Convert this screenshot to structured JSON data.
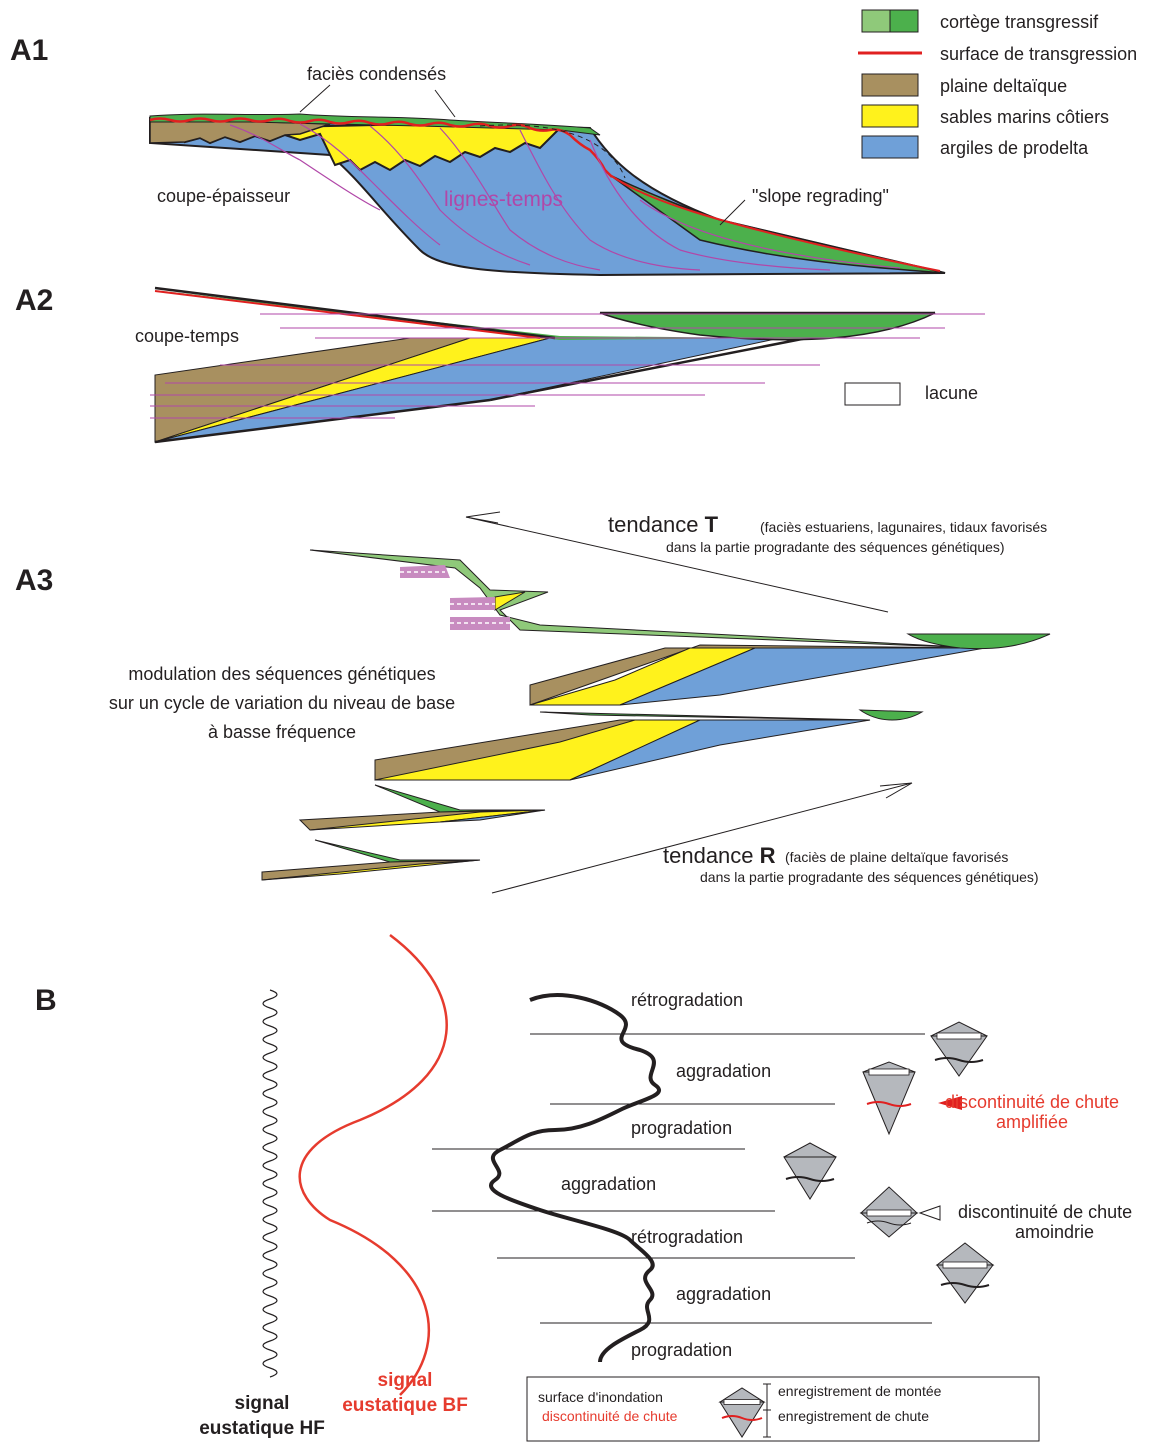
{
  "panels": {
    "a1": "A1",
    "a2": "A2",
    "a3": "A3",
    "b": "B"
  },
  "legend": {
    "transgressive": "cortège transgressif",
    "transgression_surface": "surface de transgression",
    "deltaic_plain": "plaine deltaïque",
    "coastal_sands": "sables marins côtiers",
    "prodelta_clays": "argiles de prodelta",
    "lacuna": "lacune"
  },
  "a1": {
    "condensed": "faciès condensés",
    "thickness_section": "coupe-épaisseur",
    "timelines": "lignes-temps",
    "slope_regrading": "\"slope regrading\""
  },
  "a2": {
    "time_section": "coupe-temps"
  },
  "a3": {
    "trend_t_main": "tendance",
    "trend_t_letter": "T",
    "trend_t_note1": "(faciès estuariens, lagunaires, tidaux favorisés",
    "trend_t_note2": "dans la partie progradante des séquences génétiques)",
    "modulation_1": "modulation des séquences génétiques",
    "modulation_2": "sur un cycle de variation du niveau de base",
    "modulation_3": "à basse fréquence",
    "trend_r_main": "tendance",
    "trend_r_letter": "R",
    "trend_r_note1": "(faciès de plaine deltaïque favorisés",
    "trend_r_note2": "dans la partie progradante des séquences génétiques)"
  },
  "b": {
    "stack": [
      "rétrogradation",
      "aggradation",
      "progradation",
      "aggradation",
      "rétrogradation",
      "aggradation",
      "progradation"
    ],
    "amplified_1": "discontinuité de chute",
    "amplified_2": "amplifiée",
    "reduced_1": "discontinuité de chute",
    "reduced_2": "amoindrie",
    "hf_1": "signal",
    "hf_2": "eustatique HF",
    "bf_1": "signal",
    "bf_2": "eustatique BF"
  },
  "key": {
    "flooding_surface": "surface d'inondation",
    "fall_discontinuity": "discontinuité de chute",
    "rise_record": "enregistrement de montée",
    "fall_record": "enregistrement de chute"
  },
  "colors": {
    "green": "#4cb04c",
    "light_green": "#8fc97a",
    "brown": "#a89060",
    "yellow": "#fff21c",
    "blue": "#6fa0d8",
    "red": "#e02020",
    "purple": "#b147a8",
    "pink": "#c88bc0",
    "grey": "#b5b8bd"
  }
}
